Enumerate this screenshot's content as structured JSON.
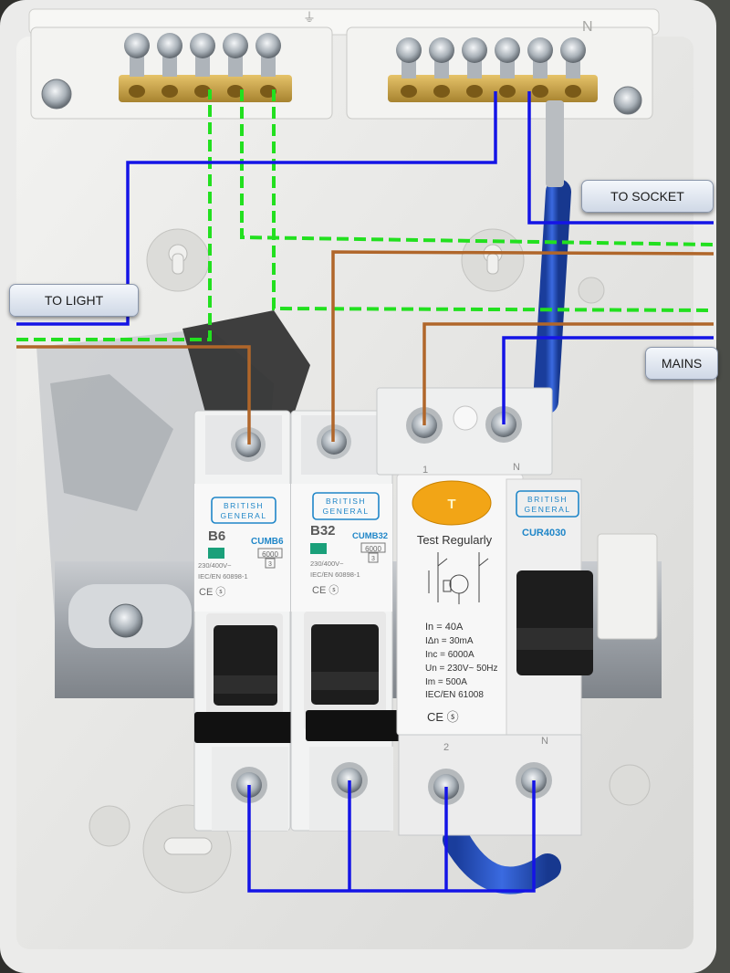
{
  "labels": {
    "to_socket": "TO SOCKET",
    "to_light": "TO LIGHT",
    "mains": "MAINS"
  },
  "busbar_marks": {
    "earth": "⏚",
    "neutral": "N"
  },
  "devices": {
    "mcb_b6": {
      "brand_1": "BRITISH",
      "brand_2": "GENERAL",
      "rating": "B6",
      "model": "CUMB6",
      "capacity": "6000",
      "class": "3",
      "voltage": "230/400V~",
      "standard": "IEC/EN 60898-1",
      "marks": "CE ⓢ"
    },
    "mcb_b32": {
      "brand_1": "BRITISH",
      "brand_2": "GENERAL",
      "rating": "B32",
      "model": "CUMB32",
      "capacity": "6000",
      "class": "3",
      "voltage": "230/400V~",
      "standard": "IEC/EN 60898-1",
      "marks": "CE ⓢ"
    },
    "rcd": {
      "test_button": "T",
      "test_text": "Test Regularly",
      "terminal_top_left": "1",
      "terminal_top_right": "N",
      "terminal_bottom_left": "2",
      "terminal_bottom_right": "N",
      "specs": [
        "In = 40A",
        "IΔn = 30mA",
        "Inc = 6000A",
        "Un = 230V~ 50Hz",
        "Im = 500A",
        "IEC/EN 61008"
      ],
      "marks": "CE ⓢ",
      "brand_1": "BRITISH",
      "brand_2": "GENERAL",
      "model": "CUR4030"
    }
  },
  "colors": {
    "neutral_wire": "#1414e6",
    "live_wire": "#b0662a",
    "earth_wire": "#22e01f",
    "brand_blue": "#1f86c8",
    "test_button": "#f2a516"
  }
}
